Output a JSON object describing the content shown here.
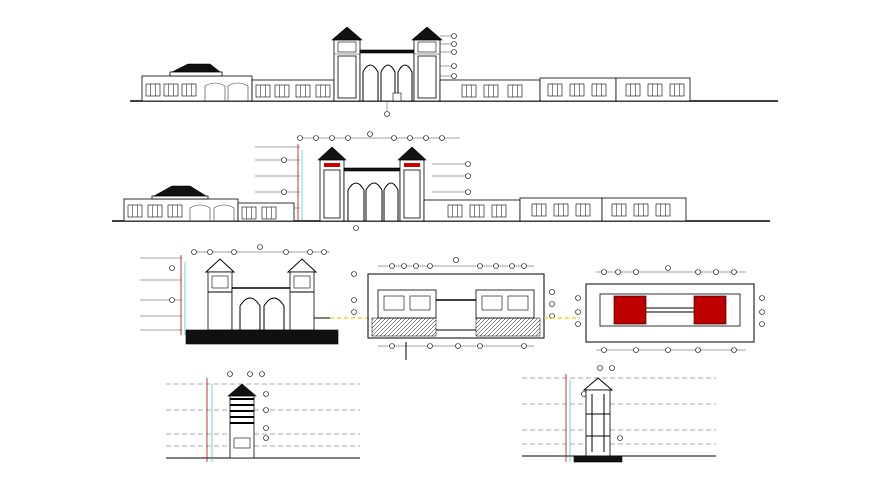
{
  "drawing": {
    "views": [
      "front-elevation",
      "rear-elevation",
      "gate-section",
      "gate-plan-ground",
      "gate-plan-roof",
      "tower-side-section-left",
      "tower-side-section-right"
    ]
  },
  "colors": {
    "line": "#000000",
    "accent_red": "#cc0000",
    "leader_cyan": "#00bcd4",
    "level_yellow": "#e8d000",
    "fill_red": "#c00000"
  }
}
